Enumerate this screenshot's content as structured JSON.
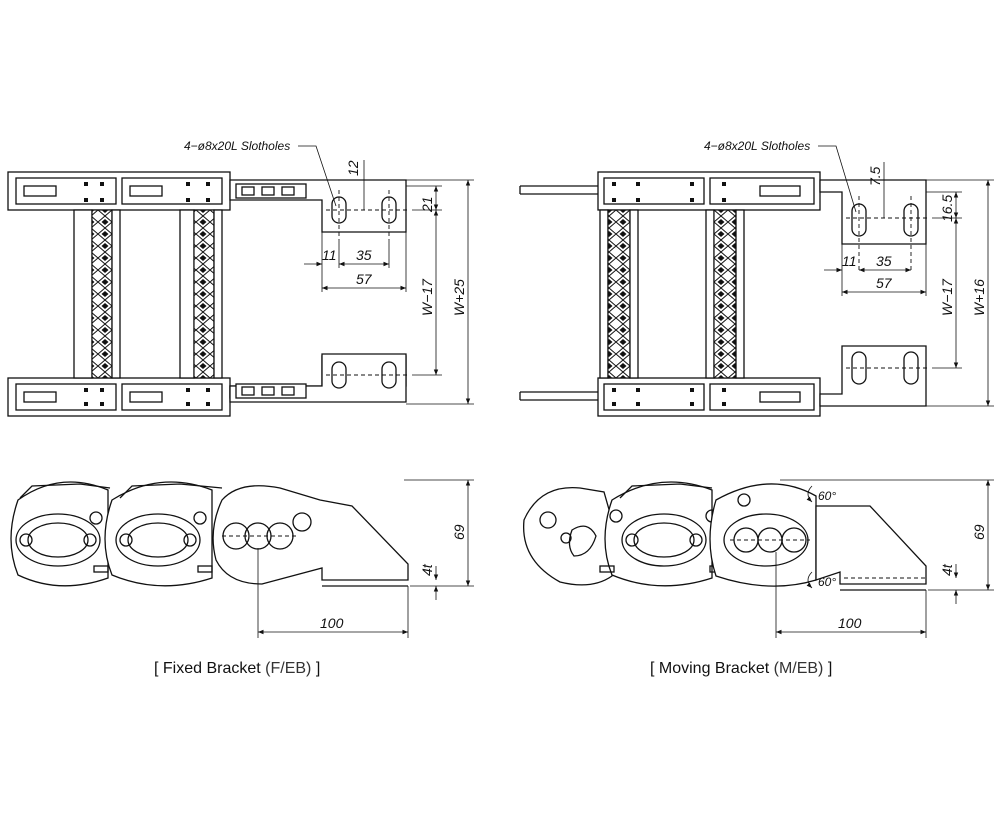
{
  "fixed": {
    "slot_label": "4−ø8x20L Slotholes",
    "dim_12": "12",
    "dim_21": "21",
    "dim_11": "11",
    "dim_35": "35",
    "dim_57": "57",
    "dim_w17": "W−17",
    "dim_w25": "W+25",
    "dim_69": "69",
    "dim_4t": "4t",
    "dim_100": "100",
    "caption_open": "[ Fixed Bracket ",
    "caption_code": "(F/EB)",
    "caption_close": " ]"
  },
  "moving": {
    "slot_label": "4−ø8x20L Slotholes",
    "dim_75": "7.5",
    "dim_165": "16.5",
    "dim_11": "11",
    "dim_35": "35",
    "dim_57": "57",
    "dim_w17": "W−17",
    "dim_w16": "W+16",
    "dim_69": "69",
    "dim_4t": "4t",
    "dim_100": "100",
    "angle_top": "60°",
    "angle_bottom": "60°",
    "caption_open": "[ Moving Bracket ",
    "caption_code": "(M/EB)",
    "caption_close": " ]"
  }
}
